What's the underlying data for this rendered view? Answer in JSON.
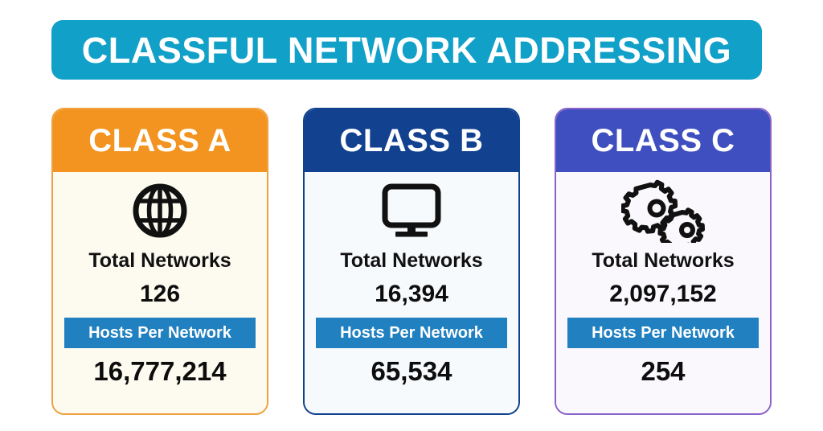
{
  "title": "CLASSFUL NETWORK ADDRESSING",
  "colors": {
    "title_banner": "#11A0C8",
    "class_a_header": "#F2941F",
    "class_a_border": "#F0A040",
    "class_a_body": "#FDFBEF",
    "class_b_header": "#11418F",
    "class_b_border": "#11418F",
    "class_b_body": "#F7FAFD",
    "class_c_header": "#3F4FBF",
    "class_c_border": "#8A63C8",
    "class_c_body": "#FAF8FD",
    "hosts_band": "#2080C0",
    "icon": "#111111",
    "text": "#0d0d0d"
  },
  "cards": [
    {
      "header": "CLASS A",
      "icon": "globe-icon",
      "networks_label": "Total Networks",
      "networks_value": "126",
      "hosts_label": "Hosts Per Network",
      "hosts_value": "16,777,214"
    },
    {
      "header": "CLASS B",
      "icon": "monitor-icon",
      "networks_label": "Total Networks",
      "networks_value": "16,394",
      "hosts_label": "Hosts Per Network",
      "hosts_value": "65,534"
    },
    {
      "header": "CLASS C",
      "icon": "gears-icon",
      "networks_label": "Total Networks",
      "networks_value": "2,097,152",
      "hosts_label": "Hosts Per Network",
      "hosts_value": "254"
    }
  ]
}
